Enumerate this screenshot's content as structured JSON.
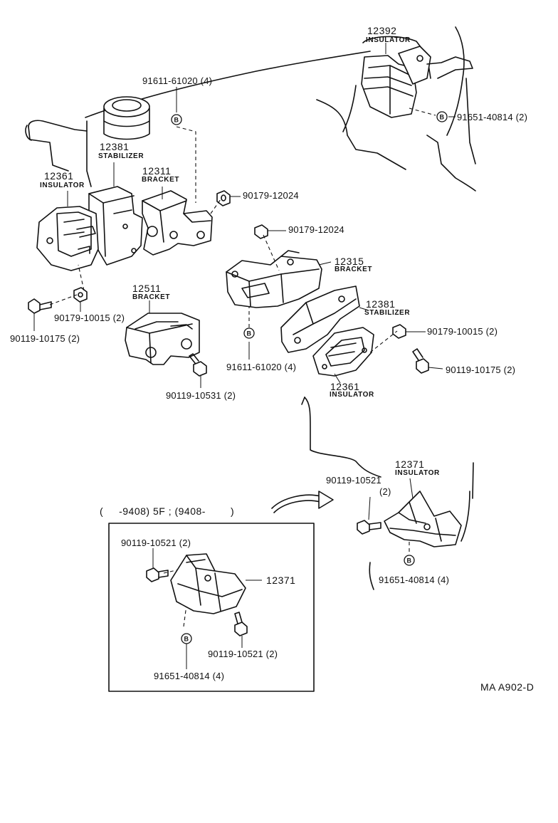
{
  "parts": {
    "p12392": {
      "num": "12392",
      "name": "INSULATOR"
    },
    "p9165140814_top": "91651-40814 (2)",
    "p9161161020_top": "91611-61020 (4)",
    "p12381_left": {
      "num": "12381",
      "name": "STABILIZER"
    },
    "p12311": {
      "num": "12311",
      "name": "BRACKET"
    },
    "p12361_left": {
      "num": "12361",
      "name": "INSULATOR"
    },
    "p9017912024_a": "90179-12024",
    "p9017912024_b": "90179-12024",
    "p12315": {
      "num": "12315",
      "name": "BRACKET"
    },
    "p12511": {
      "num": "12511",
      "name": "BRACKET"
    },
    "p12381_right": {
      "num": "12381",
      "name": "STABILIZER"
    },
    "p9017910015_left": "90179-10015 (2)",
    "p9011910175_left": "90119-10175 (2)",
    "p9017910015_right": "90179-10015 (2)",
    "p9011910175_right": "90119-10175 (2)",
    "p9161161020_mid": "91611-61020 (4)",
    "p9011910531": "90119-10531 (2)",
    "p12361_right": {
      "num": "12361",
      "name": "INSULATOR"
    },
    "p12371_right": {
      "num": "12371",
      "name": "INSULATOR"
    },
    "p9011910521_right": "90119-10521",
    "p9011910521_right_qty": "(2)",
    "p9165140814_right": "91651-40814 (4)"
  },
  "inset": {
    "caption": "(     -9408) 5F ; (9408-        )",
    "p9011910521_a": "90119-10521 (2)",
    "p12371": "12371",
    "p9011910521_b": "90119-10521 (2)",
    "p9165140814": "91651-40814 (4)"
  },
  "marker_letter": "B",
  "figure_code": "MA A902-D"
}
